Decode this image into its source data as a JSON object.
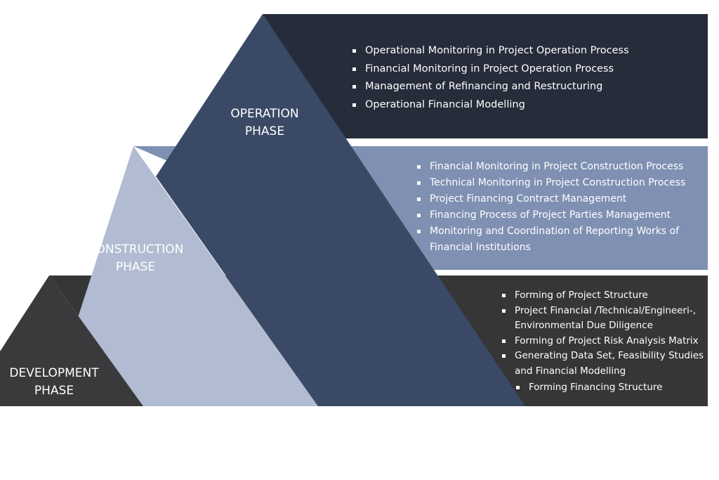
{
  "colors": {
    "operation_band": "#262c3a",
    "operation_triangle": "#3a4a66",
    "construction_band": "#7f90b2",
    "construction_triangle": "#b1bcd2",
    "development_band": "#363636",
    "development_triangle": "#3a3a3c",
    "text": "#ffffff"
  },
  "phases": {
    "operation": {
      "title": "OPERATION\nPHASE",
      "items": [
        "Operational Monitoring in Project Operation Process",
        "Financial Monitoring in Project Operation Process",
        "Management of Refinancing and Restructuring",
        "Operational Financial Modelling"
      ]
    },
    "construction": {
      "title": "CONSTRUCTION\nPHASE",
      "items": [
        "Financial Monitoring in Project Construction Process",
        "Technical Monitoring in Project Construction Process",
        "Project Financing Contract Management",
        "Financing Process of Project Parties Management",
        "Monitoring and Coordination of Reporting Works of Financial Institutions"
      ]
    },
    "development": {
      "title": "DEVELOPMENT\nPHASE",
      "items": [
        "Forming of Project Structure",
        "Project Financial /Technical/Engineeri-, Environmental Due Diligence",
        "Forming of Project Risk Analysis Matrix",
        "Generating Data Set, Feasibility Studies and Financial Modelling"
      ],
      "sub_item": "Forming Financing Structure"
    }
  }
}
